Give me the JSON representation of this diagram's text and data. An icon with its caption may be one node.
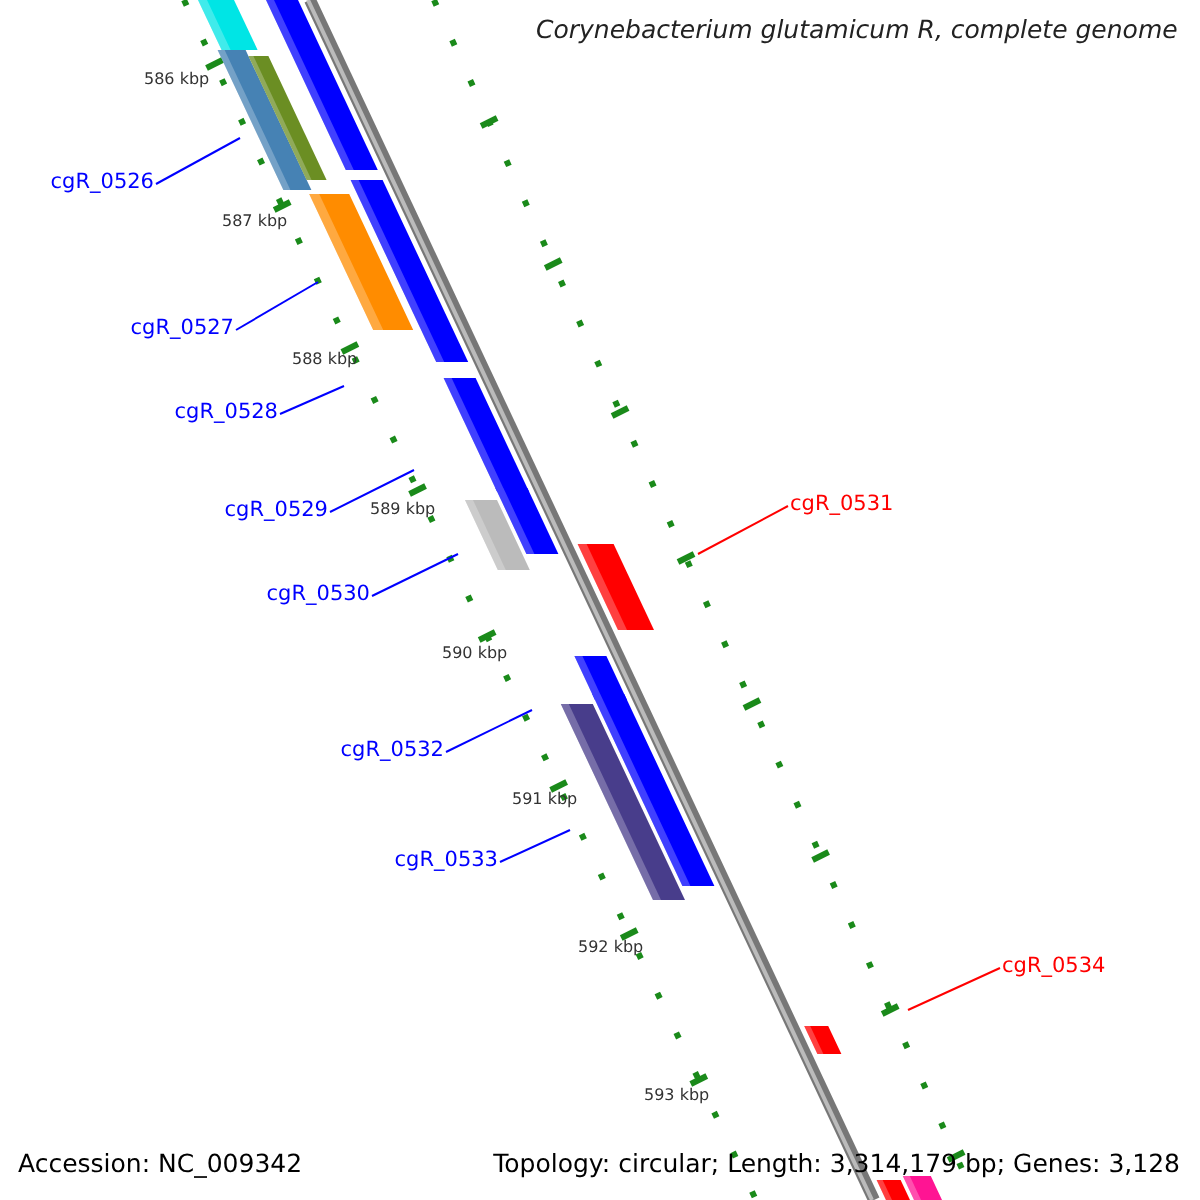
{
  "diagram": {
    "title": "Corynebacterium glutamicum R, complete genome",
    "nodes": [
      {
        "text": [
          "cgR_0526"
        ]
      },
      {
        "text": [
          "cgR_0527"
        ]
      },
      {
        "text": [
          "cgR_0528"
        ]
      },
      {
        "text": [
          "cgR_0531"
        ]
      },
      {
        "text": [
          "cgR_0529"
        ]
      },
      {
        "text": [
          "cgR_0530"
        ]
      },
      {
        "text": [
          "cgR_0532"
        ]
      },
      {
        "text": [
          "cgR_0533"
        ]
      },
      {
        "text": [
          "cgR_0534"
        ]
      }
    ],
    "edges": [
      {
        "from": 0,
        "to": null,
        "arrow": "none"
      },
      {
        "from": 1,
        "to": null,
        "arrow": "none"
      },
      {
        "from": 2,
        "to": null,
        "arrow": "none"
      },
      {
        "from": 3,
        "to": null,
        "arrow": "none",
        "color": "#ff0000"
      },
      {
        "from": 4,
        "to": null,
        "arrow": "none"
      },
      {
        "from": 5,
        "to": null,
        "arrow": "none"
      },
      {
        "from": 6,
        "to": null,
        "arrow": "none"
      },
      {
        "from": 7,
        "to": null,
        "arrow": "none"
      },
      {
        "from": 8,
        "to": null,
        "arrow": "none",
        "color": "#ff0000"
      }
    ],
    "labels": [
      "586 kbp",
      "587 kbp",
      "588 kbp",
      "589 kbp",
      "590 kbp",
      "591 kbp",
      "592 kbp",
      "593 kbp",
      "Accession: NC_009342",
      "Topology: circular; Length: 3,314,179 bp; Genes: 3,128"
    ]
  }
}
